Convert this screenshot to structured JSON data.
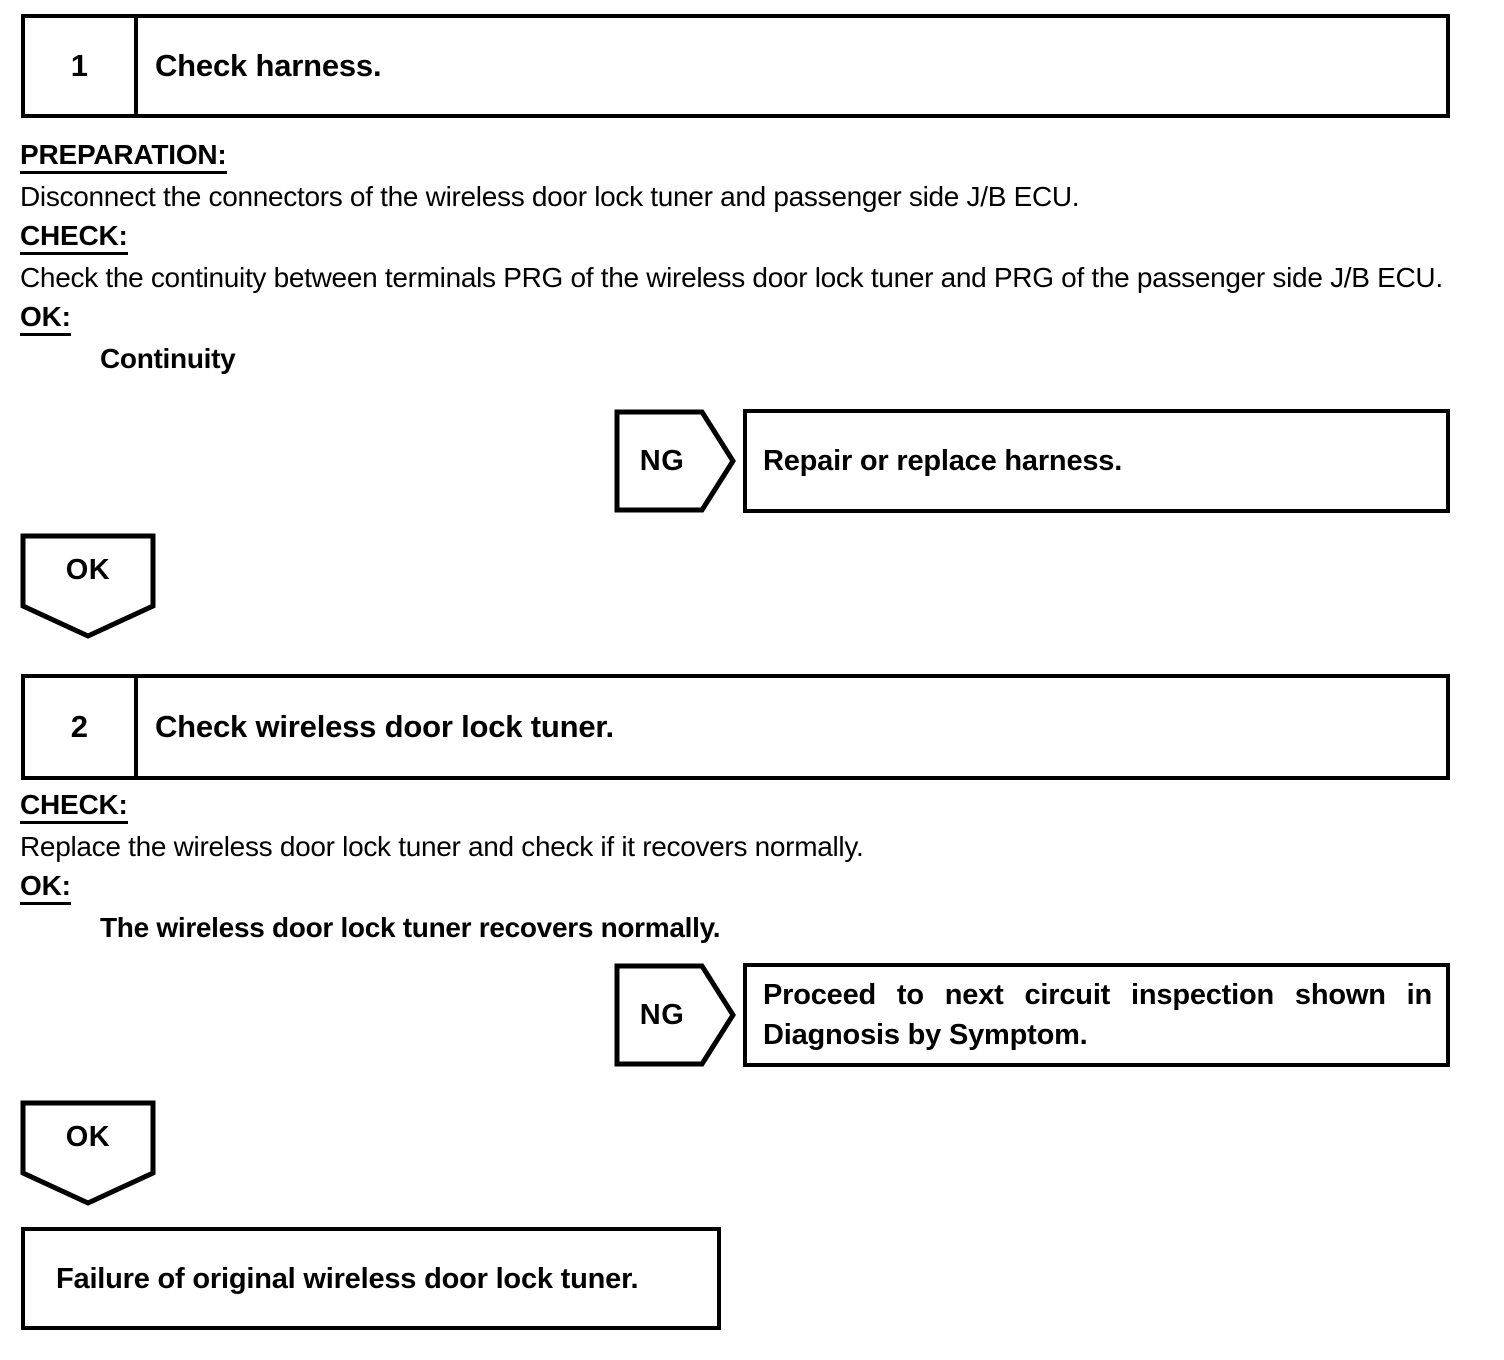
{
  "document": {
    "type": "troubleshooting-flowchart",
    "steps": [
      {
        "number": "1",
        "title": "Check harness.",
        "sections": [
          {
            "label": "PREPARATION:",
            "text": "Disconnect the connectors of the wireless door lock tuner and passenger side J/B ECU."
          },
          {
            "label": "CHECK:",
            "text": "Check the continuity between terminals PRG of the wireless door lock tuner and PRG of the passenger side J/B ECU."
          },
          {
            "label": "OK:",
            "result": "Continuity"
          }
        ],
        "ng": {
          "label": "NG",
          "action_line1": "Repair or replace harness.",
          "action_line2": ""
        },
        "ok": {
          "label": "OK"
        }
      },
      {
        "number": "2",
        "title": "Check wireless door lock tuner.",
        "sections": [
          {
            "label": "CHECK:",
            "text": "Replace the wireless door lock tuner and check if it recovers normally."
          },
          {
            "label": "OK:",
            "result": "The wireless door lock tuner recovers normally."
          }
        ],
        "ng": {
          "label": "NG",
          "action_line1": "Proceed to next circuit inspection shown in",
          "action_line2": "Diagnosis by Symptom."
        },
        "ok": {
          "label": "OK"
        }
      }
    ],
    "conclusion": "Failure of original wireless door lock tuner."
  },
  "colors": {
    "ink": "#000000",
    "paper": "#ffffff"
  }
}
